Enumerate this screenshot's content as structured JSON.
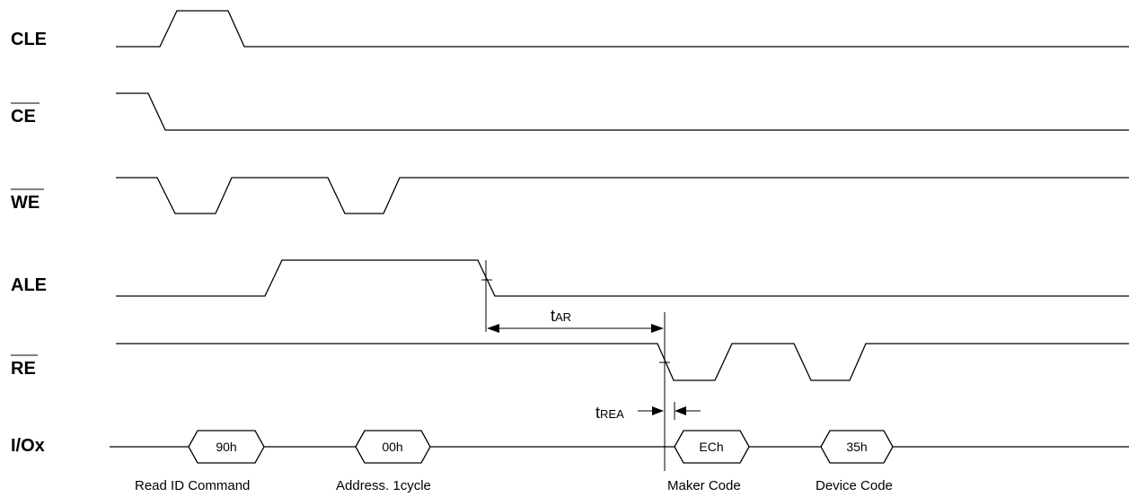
{
  "signals": {
    "cle": "CLE",
    "ce": "CE",
    "we": "WE",
    "ale": "ALE",
    "re": "RE",
    "io": "I/Ox"
  },
  "io_bus": {
    "cmd": "90h",
    "addr": "00h",
    "maker": "ECh",
    "device": "35h"
  },
  "captions": {
    "cmd": "Read ID Command",
    "addr": "Address. 1cycle",
    "maker": "Maker Code",
    "device": "Device Code"
  },
  "timing": {
    "tar_main": "t",
    "tar_sub": "AR",
    "trea_main": "t",
    "trea_sub": "REA"
  }
}
